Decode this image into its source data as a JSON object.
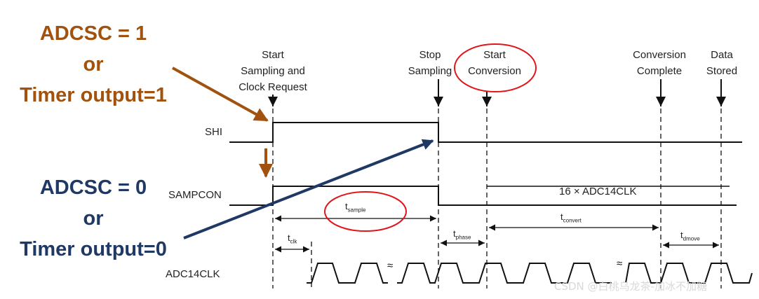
{
  "conditions": {
    "high": {
      "line1": "ADCSC = 1",
      "line2": "or",
      "line3": "Timer output=1",
      "color": "#a0520e"
    },
    "low": {
      "line1": "ADCSC = 0",
      "line2": "or",
      "line3": "Timer output=0",
      "color": "#1f3864"
    }
  },
  "events": {
    "start_sampling": [
      "Start",
      "Sampling and",
      "Clock Request"
    ],
    "stop_sampling": [
      "Stop",
      "Sampling"
    ],
    "start_conversion": [
      "Start",
      "Conversion"
    ],
    "conversion_complete": [
      "Conversion",
      "Complete"
    ],
    "data_stored": [
      "Data",
      "Stored"
    ]
  },
  "signals": {
    "shi": "SHI",
    "sampcon": "SAMPCON",
    "adc14clk": "ADC14CLK"
  },
  "annotations": {
    "clk_count": "16 × ADC14CLK"
  },
  "timings": {
    "sample": {
      "symbol": "t",
      "sub": "sample"
    },
    "clk": {
      "symbol": "t",
      "sub": "clk"
    },
    "phase": {
      "symbol": "t",
      "sub": "phase"
    },
    "convert": {
      "symbol": "t",
      "sub": "convert"
    },
    "dmove": {
      "symbol": "t",
      "sub": "dmove"
    }
  },
  "highlight_color": "#e0161b",
  "watermark": "CSDN @白桃乌龙茶-加冰不加糖"
}
